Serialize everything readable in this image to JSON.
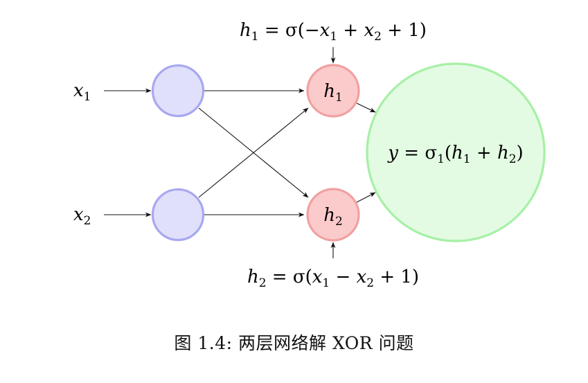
{
  "inputs": [
    {
      "var": "x",
      "sub": "1"
    },
    {
      "var": "x",
      "sub": "2"
    }
  ],
  "hidden": [
    {
      "var": "h",
      "sub": "1"
    },
    {
      "var": "h",
      "sub": "2"
    }
  ],
  "formulas": {
    "h1": {
      "lhs_var": "h",
      "lhs_sub": "1",
      "eq": " = σ(−",
      "t1_var": "x",
      "t1_sub": "1",
      "op": " + ",
      "t2_var": "x",
      "t2_sub": "2",
      "tail": " + 1)"
    },
    "h2": {
      "lhs_var": "h",
      "lhs_sub": "2",
      "eq": " = σ(",
      "t1_var": "x",
      "t1_sub": "1",
      "op": " − ",
      "t2_var": "x",
      "t2_sub": "2",
      "tail": " + 1)"
    }
  },
  "output": {
    "y": "y",
    "eq": " = σ",
    "sigma_sub": "1",
    "open": "(",
    "a_var": "h",
    "a_sub": "1",
    "plus": " + ",
    "b_var": "h",
    "b_sub": "2",
    "close": ")"
  },
  "caption": "图 1.4: 两层网络解 XOR 问题",
  "colors": {
    "input_fill": "#e0e0fb",
    "input_stroke": "#a8a8f0",
    "hidden_fill": "#fbcaca",
    "hidden_stroke": "#f0a0a0",
    "output_fill": "#e3fbe3",
    "output_stroke": "#a6f0a6",
    "arrow": "#111111"
  }
}
